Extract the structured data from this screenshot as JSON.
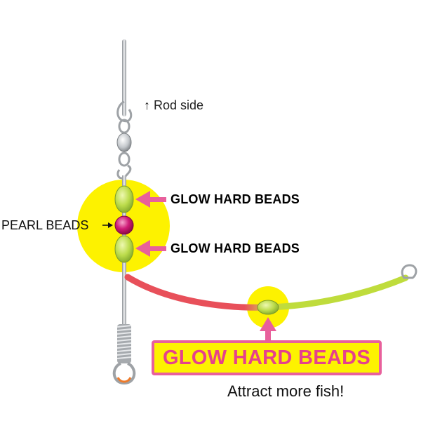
{
  "labels": {
    "rod_side": "↑ Rod side",
    "glow_top": "GLOW HARD BEADS",
    "glow_mid": "GLOW HARD BEADS",
    "pearl": "PEARL BEADS",
    "callout": "GLOW HARD BEADS",
    "tagline": "Attract more fish!"
  },
  "colors": {
    "highlight_yellow": "#fdf200",
    "pink_arrow": "#e8609c",
    "glow_bead_green": "#b9d84a",
    "pearl_bead_magenta": "#c8126e",
    "leader_red": "#e8505a",
    "leader_green": "#bfdc3c",
    "wire_silver": "#b8bcc0"
  }
}
